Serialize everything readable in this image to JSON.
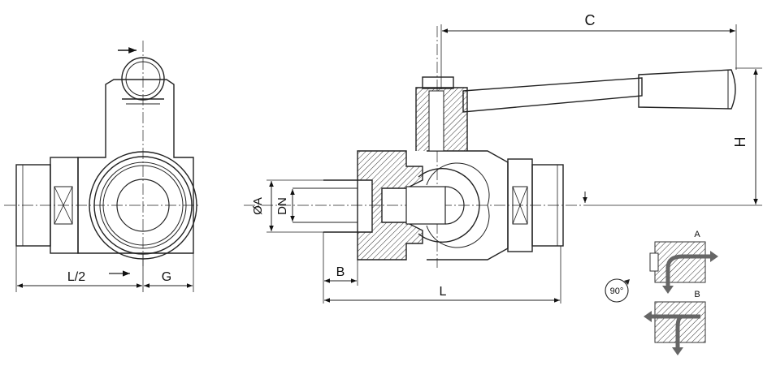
{
  "labels": {
    "c": "C",
    "h": "H",
    "l_half": "L/2",
    "g": "G",
    "oa": "ØA",
    "dn": "DN",
    "b": "B",
    "l": "L",
    "rotation": "90°",
    "pos_a": "A",
    "pos_b": "B"
  }
}
